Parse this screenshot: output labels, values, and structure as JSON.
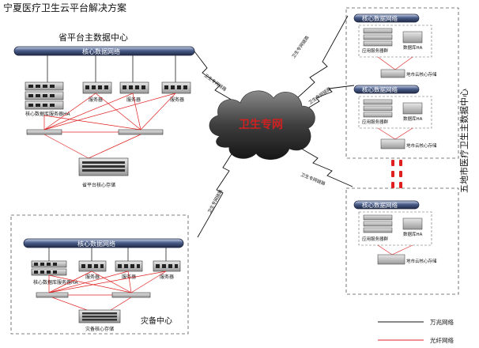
{
  "page_title": "宁夏医疗卫生云平台解决方案",
  "province_center": {
    "title": "省平台主数据中心",
    "backbone": "核心数据网络",
    "server_label": "服务器",
    "db_server_label": "核心数据库服务器HA",
    "storage_label": "省平台核心存储"
  },
  "backup_center": {
    "title": "灾备中心",
    "backbone": "核心数据网络",
    "server_label": "服务器",
    "db_server_label": "核心数据库服务器HA",
    "storage_label": "灾备核心存储"
  },
  "cloud": {
    "label": "卫生专网"
  },
  "link_label": "卫生专网链路",
  "city_center": {
    "title": "五地市医疗卫生主数据中心",
    "backbone": "核心数据网络",
    "app_server_label": "应用服务器群",
    "db_label": "数据库HA",
    "storage_label": "地市云核心存储"
  },
  "legend": {
    "gigabit": "万兆网络",
    "fiber": "光纤网络"
  },
  "colors": {
    "backbone": "#3a4a6e",
    "fiber": "#e02020",
    "cloud": "#3c3c3c",
    "cloud_text": "#d02020",
    "dash": "#555555"
  }
}
